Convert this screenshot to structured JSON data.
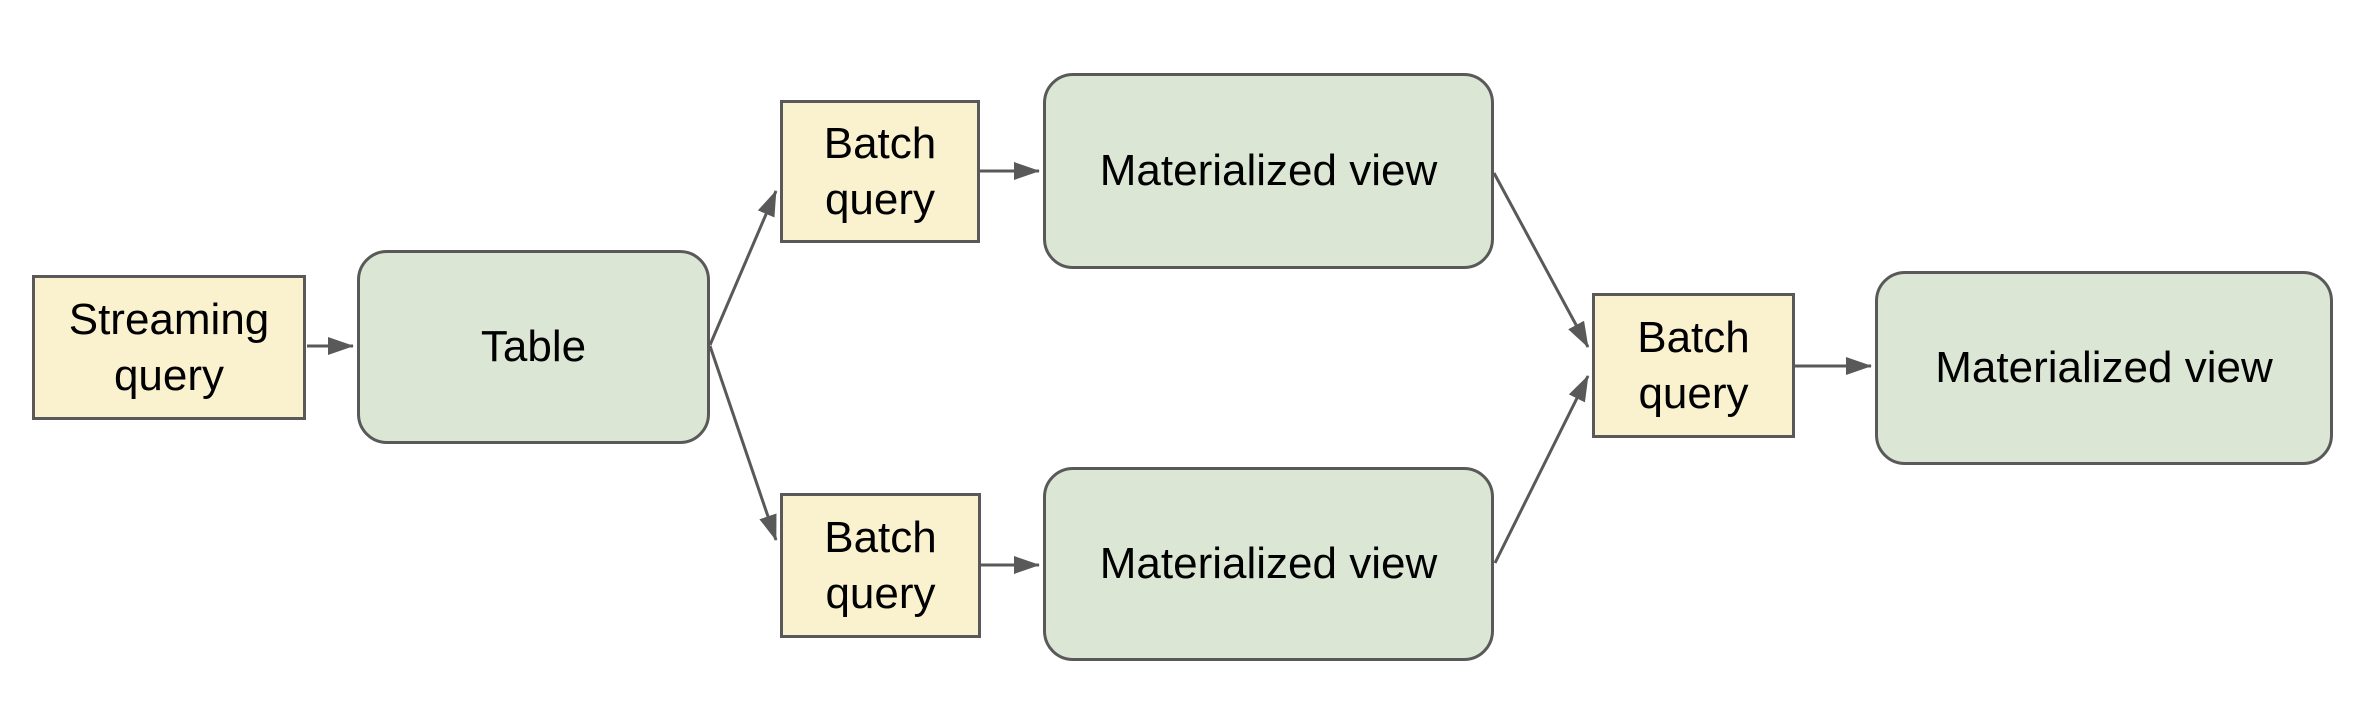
{
  "diagram": {
    "colors": {
      "background": "#ffffff",
      "query_fill": "#faf1cf",
      "view_fill": "#dbe7d4",
      "border": "#595959",
      "arrow": "#595959",
      "text": "#000000"
    },
    "nodes": {
      "streaming_query": {
        "label": "Streaming query",
        "type": "query"
      },
      "table": {
        "label": "Table",
        "type": "view"
      },
      "batch_query_top": {
        "label": "Batch query",
        "type": "query"
      },
      "materialized_view_top": {
        "label": "Materialized view",
        "type": "view"
      },
      "batch_query_bottom": {
        "label": "Batch query",
        "type": "query"
      },
      "materialized_view_bottom": {
        "label": "Materialized view",
        "type": "view"
      },
      "batch_query_final": {
        "label": "Batch query",
        "type": "query"
      },
      "materialized_view_final": {
        "label": "Materialized view",
        "type": "view"
      }
    },
    "edges": [
      {
        "from": "streaming_query",
        "to": "table"
      },
      {
        "from": "table",
        "to": "batch_query_top"
      },
      {
        "from": "table",
        "to": "batch_query_bottom"
      },
      {
        "from": "batch_query_top",
        "to": "materialized_view_top"
      },
      {
        "from": "batch_query_bottom",
        "to": "materialized_view_bottom"
      },
      {
        "from": "materialized_view_top",
        "to": "batch_query_final"
      },
      {
        "from": "materialized_view_bottom",
        "to": "batch_query_final"
      },
      {
        "from": "batch_query_final",
        "to": "materialized_view_final"
      }
    ]
  }
}
